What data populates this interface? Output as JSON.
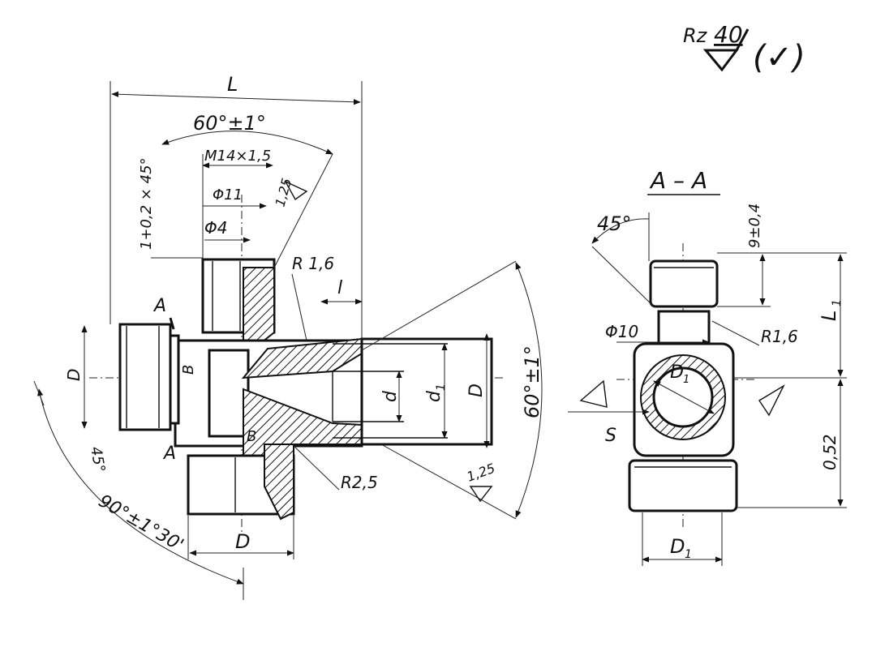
{
  "roughness": {
    "label": "Rz",
    "value": "40",
    "paren": "(✓)"
  },
  "section": {
    "title": "A – A"
  },
  "front": {
    "L": "L",
    "angle_top": "60°±1°",
    "thread": "M14×1,5",
    "dia11": "Φ11",
    "dia4": "Φ4",
    "chamfer": "1+0,2 × 45°",
    "rough_125_a": "1,25",
    "r16": "R 1,6",
    "l": "l",
    "A_top": "A",
    "A_bot": "A",
    "B_left": "B",
    "B_bot": "B",
    "D_left": "D",
    "d": "d",
    "d1": "d",
    "d1_sub": "1",
    "D_right": "D",
    "angle_right": "60°±1°",
    "deg45": "45°",
    "angle_big": "90°±1°30'",
    "r25": "R2,5",
    "rough_125_b": "1,25",
    "D_bottom": "D"
  },
  "side": {
    "deg45": "45°",
    "dim9": "9±0,4",
    "L1": "L",
    "L1_sub": "1",
    "dia10": "Φ10",
    "r16": "R1,6",
    "D1_center": "D",
    "D1_center_sub": "1",
    "S": "S",
    "dim052": "0,52",
    "D1_bottom": "D",
    "D1_bottom_sub": "1"
  }
}
